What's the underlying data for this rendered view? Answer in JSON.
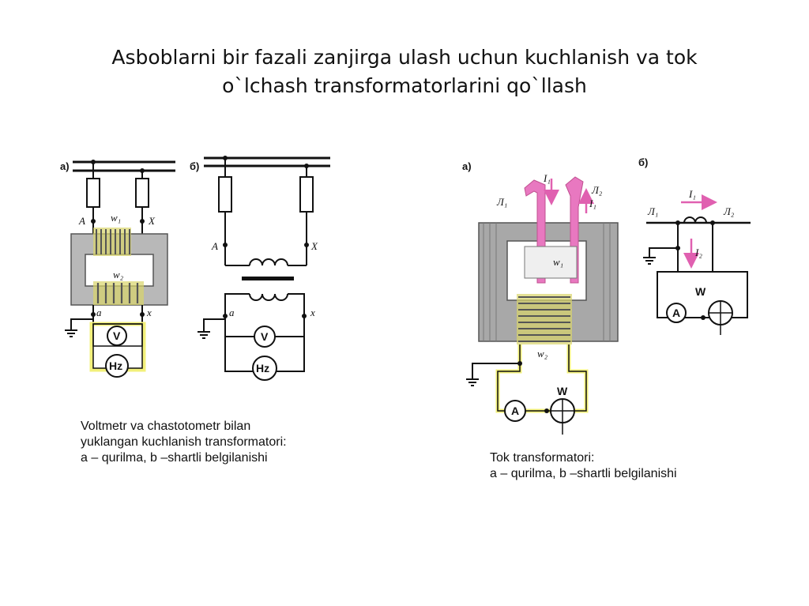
{
  "title_line1": "Asboblarni bir fazali zanjirga ulash uchun kuchlanish va tok",
  "title_line2": "o`lchash transformatorlarini qo`llash",
  "caption_left": {
    "line1": "Voltmetr va chastotometr bilan",
    "line2": "yuklangan kuchlanish transformatori:",
    "line3": "a – qurilma, b –shartli belgilanishi"
  },
  "caption_right": {
    "line1": "Tok transformatori:",
    "line2": "a – qurilma, b –shartli belgilanishi"
  },
  "diagram_labels": {
    "vt_a": "а)",
    "vt_b": "б)",
    "ct_a": "а)",
    "ct_b": "б)",
    "A": "A",
    "X": "X",
    "a": "a",
    "x": "x",
    "w1": "w₁",
    "w2": "w₂",
    "voltmeter": "V",
    "frequency_meter": "Hz",
    "ammeter": "A",
    "wattmeter": "W",
    "L1": "Л₁",
    "L2": "Л₂",
    "I1": "I₁",
    "I2": "I₂"
  },
  "colors": {
    "wire": "#111111",
    "secondary_wire": "#f2f07a",
    "primary_bus": "#e060b0",
    "core": "#9a9a9a",
    "winding": "#8a8a8a"
  }
}
